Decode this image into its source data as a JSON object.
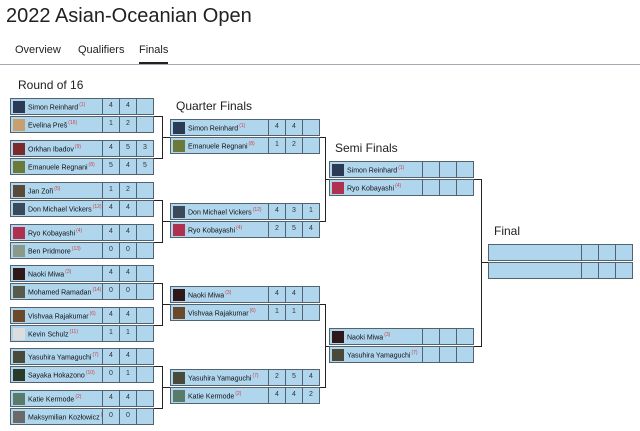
{
  "title": "2022 Asian-Oceanian Open",
  "tabs": [
    "Overview",
    "Qualifiers",
    "Finals"
  ],
  "active_tab": "Finals",
  "rounds": {
    "r16": "Round of 16",
    "qf": "Quarter Finals",
    "sf": "Semi Finals",
    "final": "Final"
  },
  "r16": [
    {
      "p1": {
        "name": "Simon Reinhard",
        "seed": "(1)",
        "scores": [
          "4",
          "4",
          ""
        ],
        "avatar": "#2b3a55"
      },
      "p2": {
        "name": "Evelina Preš",
        "seed": "(16)",
        "scores": [
          "1",
          "2",
          ""
        ],
        "avatar": "#c8a070"
      }
    },
    {
      "p1": {
        "name": "Orkhan Ibadov",
        "seed": "(9)",
        "scores": [
          "4",
          "5",
          "3"
        ],
        "avatar": "#7a2a2a"
      },
      "p2": {
        "name": "Emanuele Regnani",
        "seed": "(8)",
        "scores": [
          "5",
          "4",
          "5"
        ],
        "avatar": "#6b7a3a"
      }
    },
    {
      "p1": {
        "name": "Jan Zoři",
        "seed": "(5)",
        "scores": [
          "1",
          "2",
          ""
        ],
        "avatar": "#5a4a3a"
      },
      "p2": {
        "name": "Don Michael Vickers",
        "seed": "(12)",
        "scores": [
          "4",
          "4",
          ""
        ],
        "avatar": "#3a4a5a"
      }
    },
    {
      "p1": {
        "name": "Ryo Kobayashi",
        "seed": "(4)",
        "scores": [
          "4",
          "4",
          ""
        ],
        "avatar": "#b03050"
      },
      "p2": {
        "name": "Ben Pridmore",
        "seed": "(13)",
        "scores": [
          "0",
          "0",
          ""
        ],
        "avatar": "#8a9a8a"
      }
    },
    {
      "p1": {
        "name": "Naoki Miwa",
        "seed": "(3)",
        "scores": [
          "4",
          "4",
          ""
        ],
        "avatar": "#301818"
      },
      "p2": {
        "name": "Mohamed Ramadan",
        "seed": "(14)",
        "scores": [
          "0",
          "0",
          ""
        ],
        "avatar": "#5a5a4a"
      }
    },
    {
      "p1": {
        "name": "Vishvaa Rajakumar",
        "seed": "(6)",
        "scores": [
          "4",
          "4",
          ""
        ],
        "avatar": "#6a4a2a"
      },
      "p2": {
        "name": "Kevin Schulz",
        "seed": "(11)",
        "scores": [
          "1",
          "1",
          ""
        ],
        "avatar": "#dddddd"
      }
    },
    {
      "p1": {
        "name": "Yasuhira Yamaguchi",
        "seed": "(7)",
        "scores": [
          "4",
          "4",
          ""
        ],
        "avatar": "#4a4a3a"
      },
      "p2": {
        "name": "Sayaka Hokazono",
        "seed": "(10)",
        "scores": [
          "0",
          "1",
          ""
        ],
        "avatar": "#2a3a2a"
      }
    },
    {
      "p1": {
        "name": "Katie Kermode",
        "seed": "(2)",
        "scores": [
          "4",
          "4",
          ""
        ],
        "avatar": "#5a7a6a"
      },
      "p2": {
        "name": "Maksymilian Kozłowicz",
        "seed": "(15)",
        "scores": [
          "0",
          "0",
          ""
        ],
        "avatar": "#6a6a6a"
      }
    }
  ],
  "qf": [
    {
      "p1": {
        "name": "Simon Reinhard",
        "seed": "(1)",
        "scores": [
          "4",
          "4",
          ""
        ],
        "avatar": "#2b3a55"
      },
      "p2": {
        "name": "Emanuele Regnani",
        "seed": "(8)",
        "scores": [
          "1",
          "2",
          ""
        ],
        "avatar": "#6b7a3a"
      }
    },
    {
      "p1": {
        "name": "Don Michael Vickers",
        "seed": "(12)",
        "scores": [
          "4",
          "3",
          "1"
        ],
        "avatar": "#3a4a5a"
      },
      "p2": {
        "name": "Ryo Kobayashi",
        "seed": "(4)",
        "scores": [
          "2",
          "5",
          "4"
        ],
        "avatar": "#b03050"
      }
    },
    {
      "p1": {
        "name": "Naoki Miwa",
        "seed": "(3)",
        "scores": [
          "4",
          "4",
          ""
        ],
        "avatar": "#301818"
      },
      "p2": {
        "name": "Vishvaa Rajakumar",
        "seed": "(6)",
        "scores": [
          "1",
          "1",
          ""
        ],
        "avatar": "#6a4a2a"
      }
    },
    {
      "p1": {
        "name": "Yasuhira Yamaguchi",
        "seed": "(7)",
        "scores": [
          "2",
          "5",
          "4"
        ],
        "avatar": "#4a4a3a"
      },
      "p2": {
        "name": "Katie Kermode",
        "seed": "(2)",
        "scores": [
          "4",
          "4",
          "2"
        ],
        "avatar": "#5a7a6a"
      }
    }
  ],
  "sf": [
    {
      "p1": {
        "name": "Simon Reinhard",
        "seed": "(1)",
        "scores": [
          "",
          "",
          ""
        ],
        "avatar": "#2b3a55"
      },
      "p2": {
        "name": "Ryo Kobayashi",
        "seed": "(4)",
        "scores": [
          "",
          "",
          ""
        ],
        "avatar": "#b03050"
      }
    },
    {
      "p1": {
        "name": "Naoki Miwa",
        "seed": "(3)",
        "scores": [
          "",
          "",
          ""
        ],
        "avatar": "#301818"
      },
      "p2": {
        "name": "Yasuhira Yamaguchi",
        "seed": "(7)",
        "scores": [
          "",
          "",
          ""
        ],
        "avatar": "#4a4a3a"
      }
    }
  ],
  "final": [
    {
      "p1": {
        "name": "",
        "seed": "",
        "scores": [
          "",
          "",
          ""
        ],
        "avatar": ""
      },
      "p2": {
        "name": "",
        "seed": "",
        "scores": [
          "",
          "",
          ""
        ],
        "avatar": ""
      }
    }
  ]
}
